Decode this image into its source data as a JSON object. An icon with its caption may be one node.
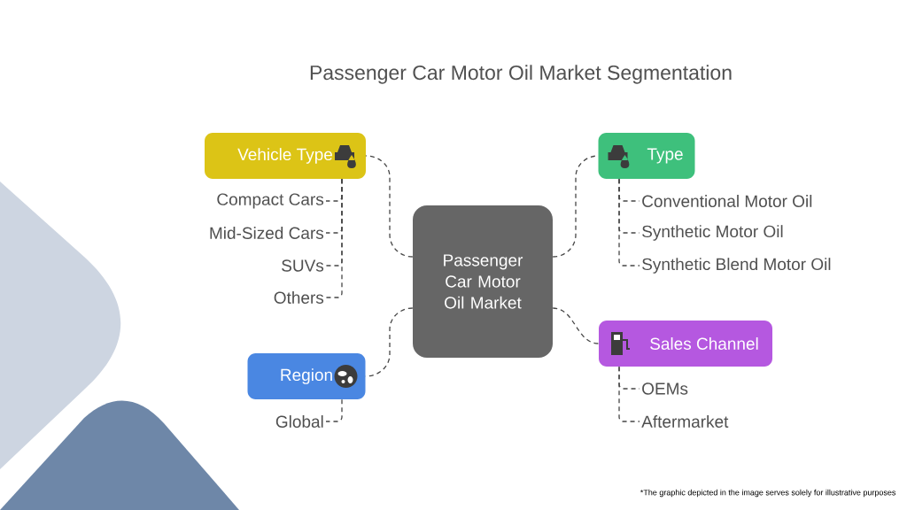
{
  "diagram": {
    "title": "Passenger Car Motor Oil Market Segmentation",
    "nodes": [
      {
        "text": [
          "Passenger Car Motor Oil Market"
        ]
      },
      {
        "text": [
          "Vehicle Type"
        ]
      },
      {
        "text": [
          "Compact Cars"
        ]
      },
      {
        "text": [
          "Mid-Sized Cars"
        ]
      },
      {
        "text": [
          "SUVs"
        ]
      },
      {
        "text": [
          "Others"
        ]
      },
      {
        "text": [
          "Type"
        ]
      },
      {
        "text": [
          "Conventional Motor Oil"
        ]
      },
      {
        "text": [
          "Synthetic Motor Oil"
        ]
      },
      {
        "text": [
          "Synthetic Blend Motor Oil"
        ]
      },
      {
        "text": [
          "Region"
        ]
      },
      {
        "text": [
          "Global"
        ]
      },
      {
        "text": [
          "Sales Channel"
        ]
      },
      {
        "text": [
          "OEMs"
        ]
      },
      {
        "text": [
          "Aftermarket"
        ]
      }
    ],
    "edges": [
      {
        "from": 0,
        "to": 1,
        "arrow": "none",
        "style": "dashed"
      },
      {
        "from": 1,
        "to": 2,
        "arrow": "none",
        "style": "dashed"
      },
      {
        "from": 1,
        "to": 3,
        "arrow": "none",
        "style": "dashed"
      },
      {
        "from": 1,
        "to": 4,
        "arrow": "none",
        "style": "dashed"
      },
      {
        "from": 1,
        "to": 5,
        "arrow": "none",
        "style": "dashed"
      },
      {
        "from": 0,
        "to": 6,
        "arrow": "none",
        "style": "dashed"
      },
      {
        "from": 6,
        "to": 7,
        "arrow": "none",
        "style": "dashed"
      },
      {
        "from": 6,
        "to": 8,
        "arrow": "none",
        "style": "dashed"
      },
      {
        "from": 6,
        "to": 9,
        "arrow": "none",
        "style": "dashed"
      },
      {
        "from": 0,
        "to": 10,
        "arrow": "none",
        "style": "dashed"
      },
      {
        "from": 10,
        "to": 11,
        "arrow": "none",
        "style": "dashed"
      },
      {
        "from": 0,
        "to": 12,
        "arrow": "none",
        "style": "dashed"
      },
      {
        "from": 12,
        "to": 13,
        "arrow": "none",
        "style": "dashed"
      },
      {
        "from": 12,
        "to": 14,
        "arrow": "none",
        "style": "dashed"
      }
    ],
    "labels": [
      "*The graphic depicted in the image serves solely for illustrative purposes"
    ]
  }
}
